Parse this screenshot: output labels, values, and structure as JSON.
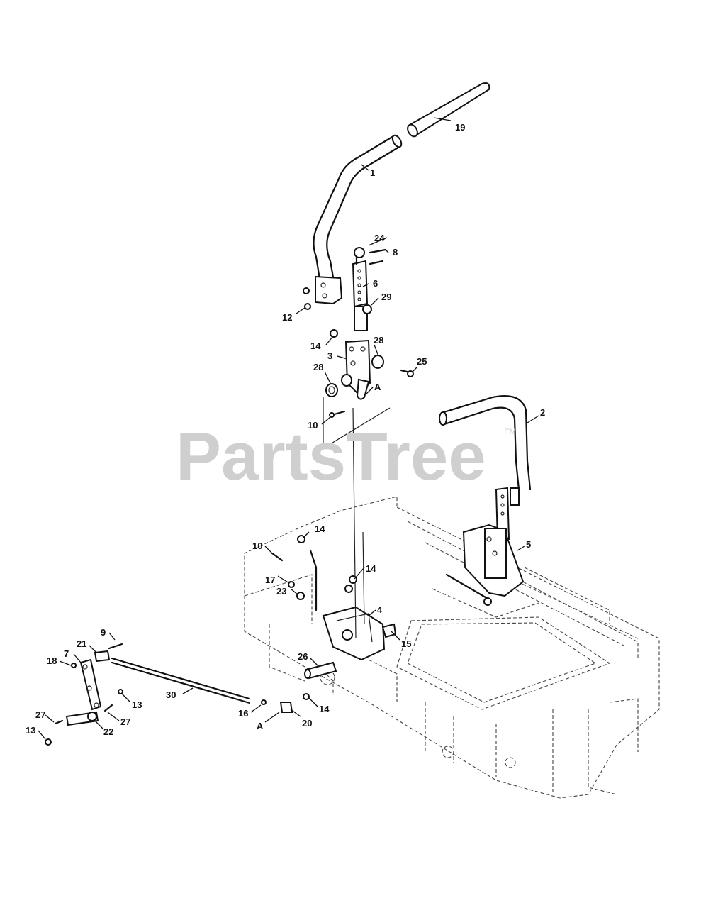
{
  "watermark": {
    "brand": "PartsTree",
    "trademark": "TM"
  },
  "callouts": {
    "c1": "1",
    "c2": "2",
    "c3": "3",
    "c4": "4",
    "c5": "5",
    "c6": "6",
    "c7": "7",
    "c8": "8",
    "c9": "9",
    "c10a": "10",
    "c10b": "10",
    "c12": "12",
    "c13a": "13",
    "c13b": "13",
    "c14a": "14",
    "c14b": "14",
    "c14c": "14",
    "c14d": "14",
    "c15": "15",
    "c16": "16",
    "c17": "17",
    "c18": "18",
    "c19": "19",
    "c20": "20",
    "c21": "21",
    "c22": "22",
    "c23": "23",
    "c24": "24",
    "c25": "25",
    "c26": "26",
    "c27a": "27",
    "c27b": "27",
    "c28a": "28",
    "c28b": "28",
    "c29": "29",
    "c30": "30",
    "cAa": "A",
    "cAb": "A"
  }
}
